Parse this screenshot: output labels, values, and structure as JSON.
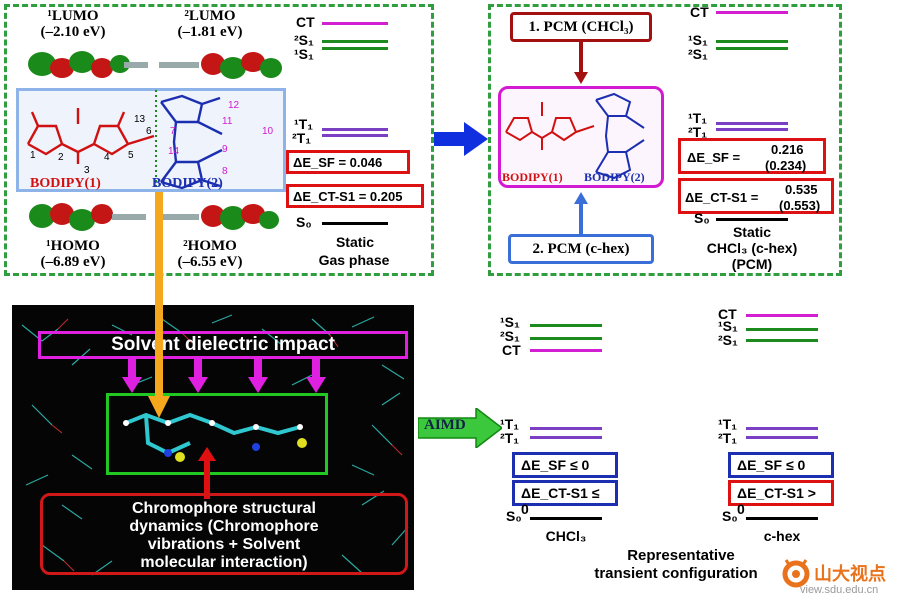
{
  "gas_phase": {
    "orbitals": [
      {
        "label": "¹LUMO",
        "energy": "(–2.10 eV)"
      },
      {
        "label": "²LUMO",
        "energy": "(–1.81 eV)"
      },
      {
        "label": "¹HOMO",
        "energy": "(–6.89 eV)"
      },
      {
        "label": "²HOMO",
        "energy": "(–6.55 eV)"
      }
    ],
    "mol_left": "BODIPY(1)",
    "mol_right": "BODIPY(2)",
    "atom_numbers": [
      "1",
      "2",
      "3",
      "4",
      "5",
      "6",
      "7",
      "8",
      "9",
      "10",
      "11",
      "12",
      "13",
      "14"
    ],
    "levels": {
      "ct": "CT",
      "s2": "²S₁",
      "s1": "¹S₁",
      "t1": "¹T₁",
      "t2": "²T₁",
      "s0": "S₀"
    },
    "dE_sf": "ΔE_SF = 0.046",
    "dE_ct": "ΔE_CT-S1 = 0.205",
    "caption_1": "Static",
    "caption_2": "Gas phase"
  },
  "pcm": {
    "top_box": "1. PCM (CHCl₃)",
    "bottom_box": "2. PCM (c-hex)",
    "mol_left": "BODIPY(1)",
    "mol_right": "BODIPY(2)",
    "levels": {
      "ct": "CT",
      "s1": "¹S₁",
      "s2": "²S₁",
      "t1": "¹T₁",
      "t2": "²T₁",
      "s0": "S₀"
    },
    "dE_sf_label": "ΔE_SF =",
    "dE_sf_val": "0.216",
    "dE_sf_val2": "(0.234)",
    "dE_ct_label": "ΔE_CT-S1 =",
    "dE_ct_val": "0.535",
    "dE_ct_val2": "(0.553)",
    "caption_1": "Static",
    "caption_2": "CHCl₃ (c-hex)",
    "caption_3": "(PCM)"
  },
  "md": {
    "solvent_box": "Solvent dielectric impact",
    "chromo_box_1": "Chromophore structural",
    "chromo_box_2": "dynamics (Chromophore",
    "chromo_box_3": "vibrations + Solvent",
    "chromo_box_4": "molecular interaction)",
    "arrow_label": "AIMD"
  },
  "aimd": {
    "chcl3": {
      "levels": {
        "s1": "¹S₁",
        "s2": "²S₁",
        "ct": "CT",
        "t1": "¹T₁",
        "t2": "²T₁",
        "s0": "S₀"
      },
      "dE_sf": "ΔE_SF ≤ 0",
      "dE_ct": "ΔE_CT-S1 ≤ 0",
      "caption": "CHCl₃"
    },
    "chex": {
      "levels": {
        "ct": "CT",
        "s1": "¹S₁",
        "s2": "²S₁",
        "t1": "¹T₁",
        "t2": "²T₁",
        "s0": "S₀"
      },
      "dE_sf": "ΔE_SF ≤ 0",
      "dE_ct": "ΔE_CT-S1 > 0",
      "caption": "c-hex"
    },
    "caption_1": "Representative",
    "caption_2": "transient configuration"
  },
  "watermark": {
    "text": "山大视点",
    "url": "view.sdu.edu.cn"
  },
  "colors": {
    "green_dash": "#2e9e3e",
    "ct": "#d21fd2",
    "singlet": "#1c8a1c",
    "triplet": "#7b3fc4",
    "red": "#d11111",
    "blue": "#1c2fb0",
    "orange": "#f5a81c",
    "magenta": "#e020e0"
  }
}
